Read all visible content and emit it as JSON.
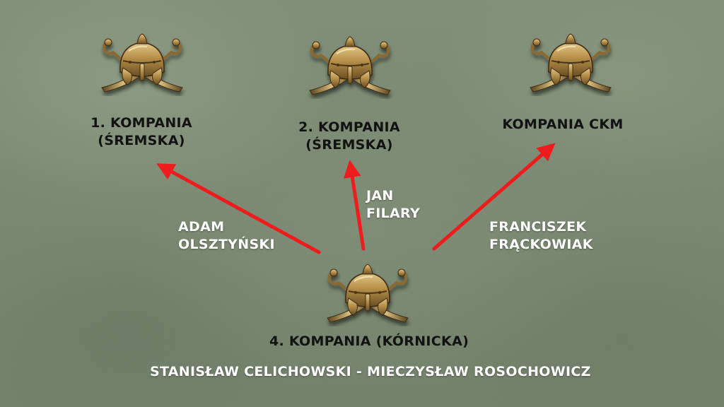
{
  "units": {
    "top_left": {
      "name_line1": "1. KOMPANIA",
      "name_line2": "(ŚREMSKA)"
    },
    "top_center": {
      "name_line1": "2. KOMPANIA",
      "name_line2": "(ŚREMSKA)"
    },
    "top_right": {
      "name": "KOMPANIA CKM"
    },
    "bottom": {
      "name": "4. KOMPANIA (KÓRNICKA)"
    }
  },
  "arrow_labels": {
    "left": {
      "line1": "ADAM",
      "line2": "OLSZTYŃSKI"
    },
    "center": {
      "line1": "JAN",
      "line2": "FILARY"
    },
    "right": {
      "line1": "FRANCISZEK",
      "line2": "FRĄCKOWIAK"
    }
  },
  "commanders": {
    "text": "STANISŁAW CELICHOWSKI  -  MIECZYSŁAW ROSOCHOWICZ"
  },
  "colors": {
    "background": "#76856d",
    "arrow": "#ee1c1c",
    "emblem_metal": "#b8904a",
    "dark_text": "#121212",
    "light_text": "#ffffff"
  },
  "icons": [
    "helmet-crossed-sabres-emblem"
  ]
}
